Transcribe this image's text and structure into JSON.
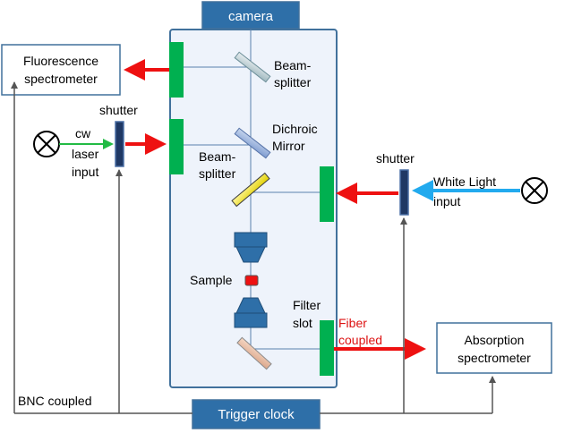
{
  "labels": {
    "camera": "camera",
    "fluor_line1": "Fluorescence",
    "fluor_line2": "spectrometer",
    "beamsplitter_top_line1": "Beam-",
    "beamsplitter_top_line2": "splitter",
    "dichroic_line1": "Dichroic",
    "dichroic_line2": "Mirror",
    "beamsplitter_mid_line1": "Beam-",
    "beamsplitter_mid_line2": "splitter",
    "shutter_left": "shutter",
    "shutter_right": "shutter",
    "cw_line1": "cw",
    "cw_line2": "laser",
    "cw_line3": "input",
    "white_line1": "White Light",
    "white_line2": "input",
    "sample": "Sample",
    "filter_line1": "Filter",
    "filter_line2": "slot",
    "fiber_line1": "Fiber",
    "fiber_line2": "coupled",
    "absorption_line1": "Absorption",
    "absorption_line2": "spectrometer",
    "bnc": "BNC coupled",
    "trigger": "Trigger clock"
  },
  "colors": {
    "box_blue": "#41719c",
    "box_fill": "#2e6fa8",
    "panel_fill": "#eef3fb",
    "green": "#00b050",
    "red_arrow": "#ee1111",
    "green_arrow": "#22bb44",
    "blue_arrow": "#22aaee",
    "fiber_text": "#dd1111"
  }
}
